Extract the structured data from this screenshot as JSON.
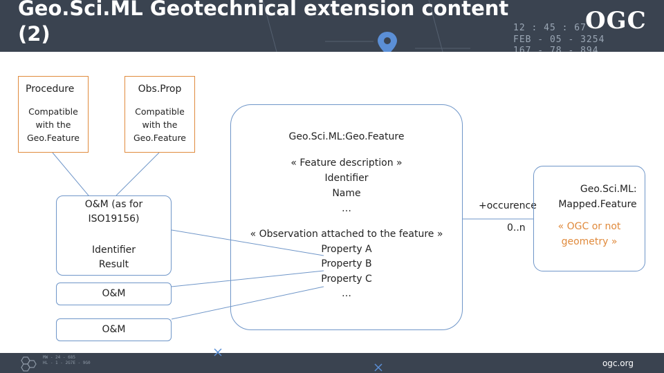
{
  "header": {
    "title": "Geo.Sci.ML Geotechnical extension content\n(2)",
    "logo": "OGC",
    "deco_lines": [
      "12 : 45 : 67",
      "FEB - 05 - 3254",
      "167 - 78 - 894"
    ]
  },
  "diagram": {
    "procedure": {
      "title": "Procedure",
      "desc": "Compatible\nwith the\nGeo.Feature"
    },
    "obsprop": {
      "title": "Obs.Prop",
      "desc": "Compatible\nwith the\nGeo.Feature"
    },
    "om_main": {
      "title": "O&M (as for\nISO19156)",
      "content": "Identifier\nResult"
    },
    "om_box1": "O&M",
    "om_box2": "O&M",
    "geofeature": {
      "title": "Geo.Sci.ML:Geo.Feature",
      "feature_block": "« Feature description »\nIdentifier\nName\n…",
      "observation_block": "« Observation attached to the feature »\nProperty A\nProperty B\nProperty C\n…"
    },
    "association": {
      "role": "+occurence",
      "multiplicity": "0..n"
    },
    "mapped": {
      "title": "Geo.Sci.ML:\nMapped.Feature",
      "note": "« OGC or not\ngeometry »"
    }
  },
  "footer": {
    "url": "ogc.org",
    "deco_text": "MW - 24 - 685\nHL - 1 - 2G7E - 9G0"
  },
  "colors": {
    "header_bg": "#3a4350",
    "orange_border": "#e08a3c",
    "blue_border": "#6e95c8",
    "accent_note": "#e08a3c"
  }
}
